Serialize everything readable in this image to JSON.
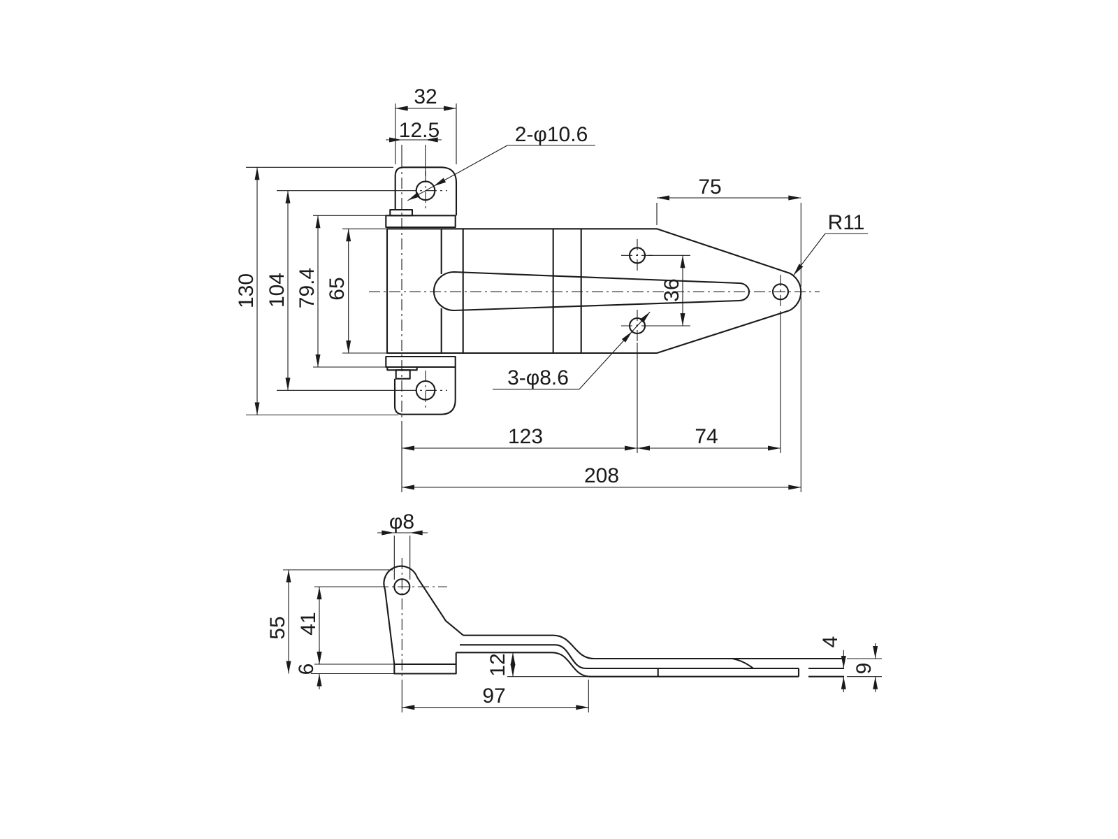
{
  "drawing_title": "hinge two-view dimensioned drawing",
  "colors": {
    "line": "#1a1a1a",
    "background": "#ffffff"
  },
  "top_view": {
    "dim_tab_width": "32",
    "dim_hole_offset": "12.5",
    "label_tab_holes": "2-φ10.6",
    "dim_taper_length": "75",
    "label_tip_radius": "R11",
    "dim_overall_height": "130",
    "dim_tab_hole_spacing": "104",
    "dim_knuckle_span": "79.4",
    "dim_strap_width": "65",
    "dim_strap_hole_spacing": "36",
    "label_strap_holes": "3-φ8.6",
    "dim_pin_to_holes": "123",
    "dim_holes_to_end": "74",
    "dim_overall_length": "208"
  },
  "side_view": {
    "dim_pin_hole": "φ8",
    "dim_bracket_height": "55",
    "dim_pin_center_height": "41",
    "dim_base_thickness": "6",
    "dim_offset_drop": "12",
    "dim_base_length": "97",
    "dim_strap_thickness": "4",
    "dim_end_height": "9"
  }
}
